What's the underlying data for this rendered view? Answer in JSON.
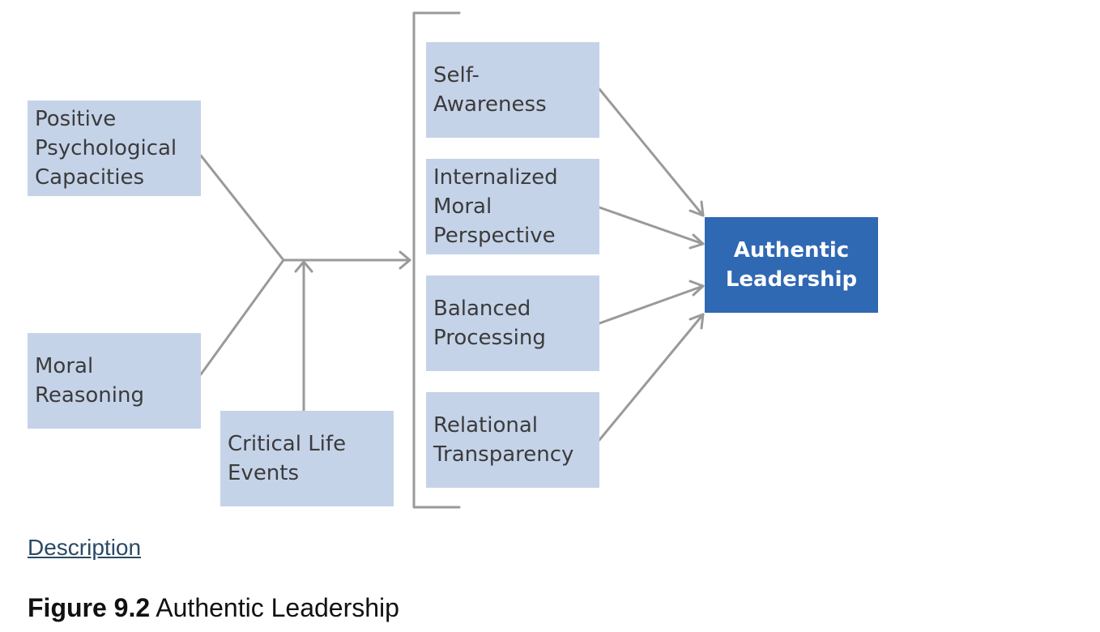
{
  "diagram": {
    "antecedents": [
      "Positive\nPsychological\nCapacities",
      "Moral\nReasoning",
      "Critical Life\nEvents"
    ],
    "components": [
      "Self-\nAwareness",
      "Internalized\nMoral\nPerspective",
      "Balanced\nProcessing",
      "Relational\nTransparency"
    ],
    "outcome": "Authentic\nLeadership",
    "colors": {
      "box_fill": "#c5d3e9",
      "outcome_fill": "#2f68b3",
      "connector": "#9a9a9a",
      "text": "#3b3b3b"
    }
  },
  "description_link": "Description",
  "caption": {
    "figure_number": "Figure 9.2",
    "title": "Authentic Leadership"
  }
}
